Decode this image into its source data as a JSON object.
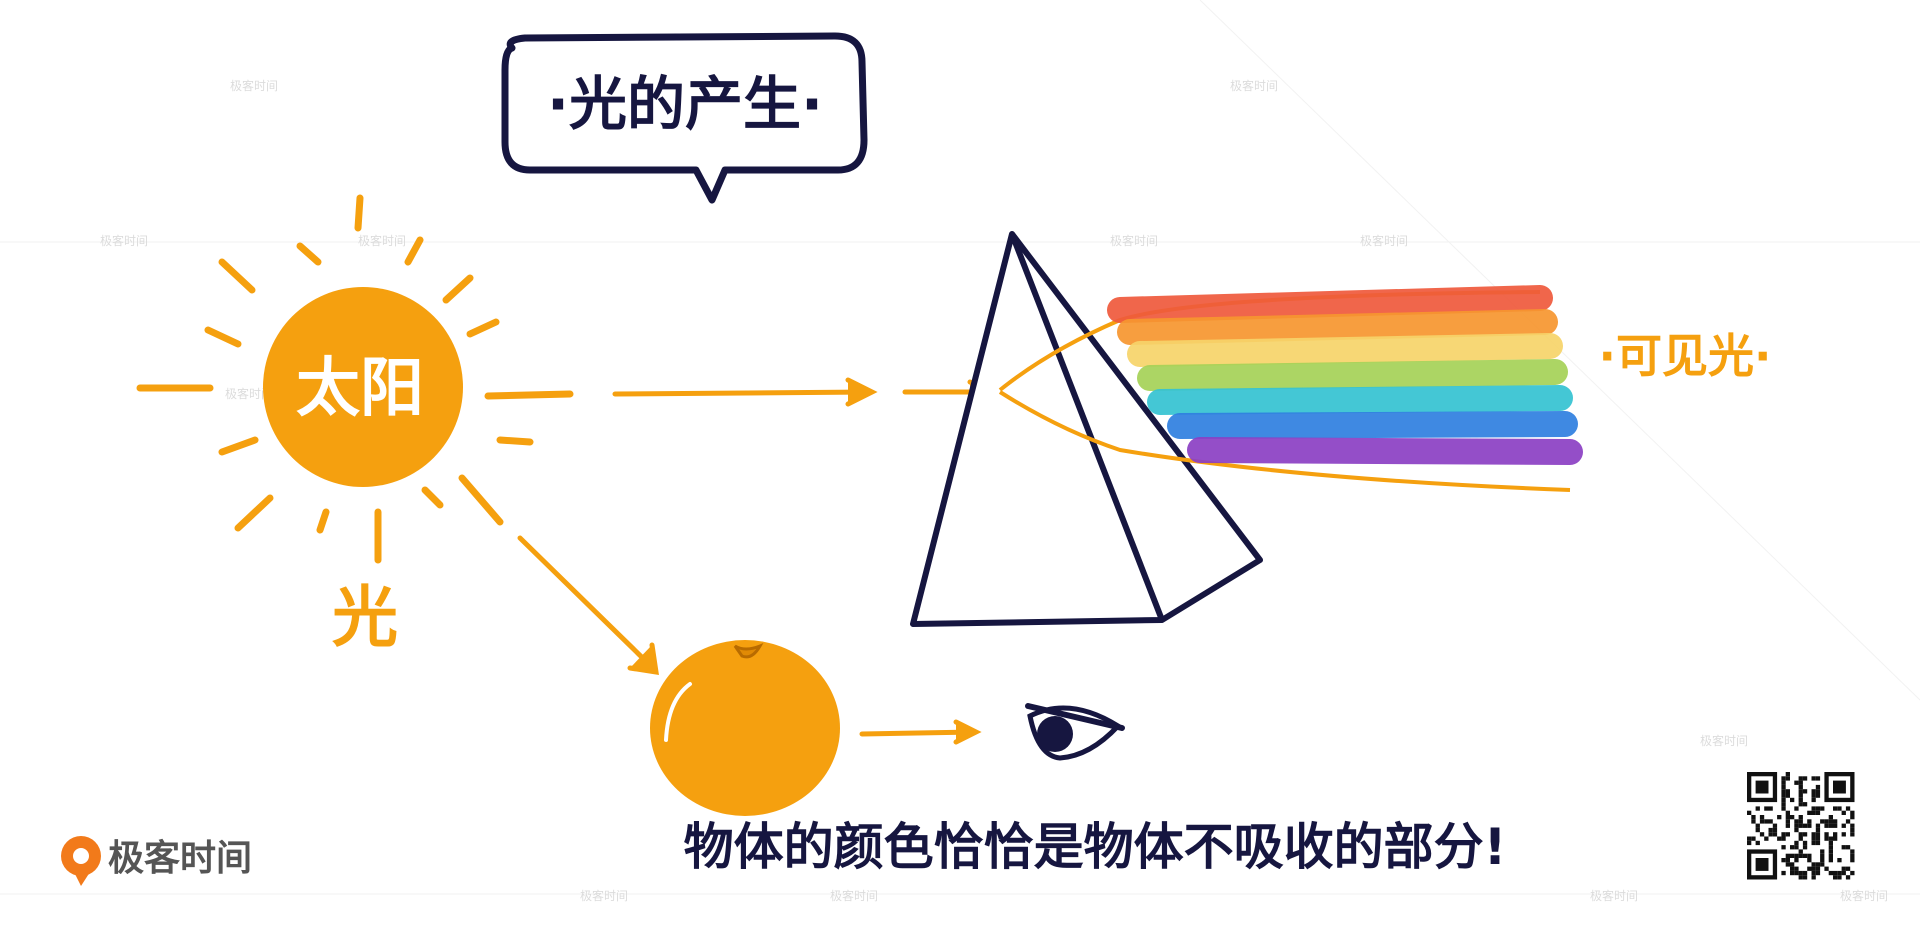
{
  "title": "·光的产生·",
  "sun_label": "太阳",
  "light_label": "光",
  "visible_light_label": "·可见光·",
  "caption": "物体的颜色恰恰是物体不吸收的部分!",
  "brand": {
    "name": "极客时间"
  },
  "watermark": "极客时间",
  "colors": {
    "orange": "#f5a00f",
    "ink": "#161640",
    "rainbow": [
      "#ef5a3c",
      "#f7962f",
      "#f7d46a",
      "#a6d257",
      "#35c3d2",
      "#2f7fe0",
      "#8b3fc4"
    ]
  }
}
